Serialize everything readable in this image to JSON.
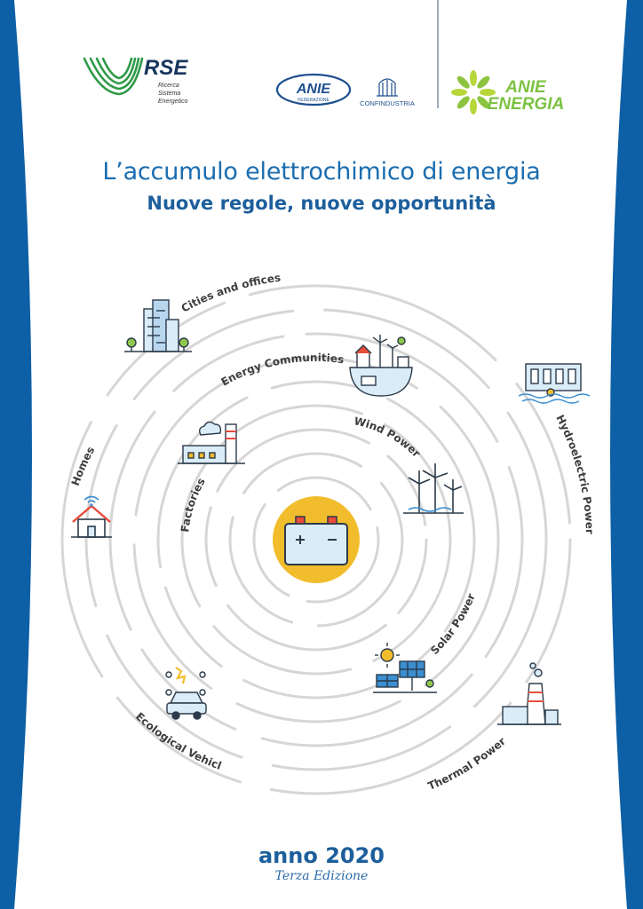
{
  "logos": {
    "rse": {
      "mark": "RSE",
      "line1": "Ricerca",
      "line2": "Sistema",
      "line3": "Energetico"
    },
    "anie_federazione": {
      "mark": "ANIE",
      "sub": "FEDERAZIONE"
    },
    "confindustria": {
      "name": "CONFINDUSTRIA"
    },
    "anie_energia": {
      "line1": "ANIE",
      "line2": "ENERGIA"
    }
  },
  "title": "L’accumulo elettrochimico di energia",
  "subtitle": "Nuove regole, nuove opportunità",
  "labels": {
    "cities": "Cities and offices",
    "communities": "Energy Communities",
    "hydro": "Hydroelectric Power",
    "wind": "Wind Power",
    "homes": "Homes",
    "factories": "Factories",
    "solar": "Solar Power",
    "vehicle": "Ecological Vehicle",
    "thermal": "Thermal Power"
  },
  "footer": {
    "year": "anno 2020",
    "edition": "Terza Edizione"
  },
  "colors": {
    "side_band": "#0d5fa6",
    "title_blue": "#1a6db0",
    "rse_green": "#2f9a48",
    "anie_green": "#7cc242",
    "battery_yellow": "#f2bd2c",
    "ring_gray": "#d6d6d6"
  },
  "icons": [
    "city-buildings-icon",
    "energy-community-icon",
    "hydro-dam-icon",
    "wind-turbines-icon",
    "house-wifi-icon",
    "factory-icon",
    "battery-icon",
    "solar-panel-icon",
    "electric-car-icon",
    "thermal-plant-icon"
  ]
}
